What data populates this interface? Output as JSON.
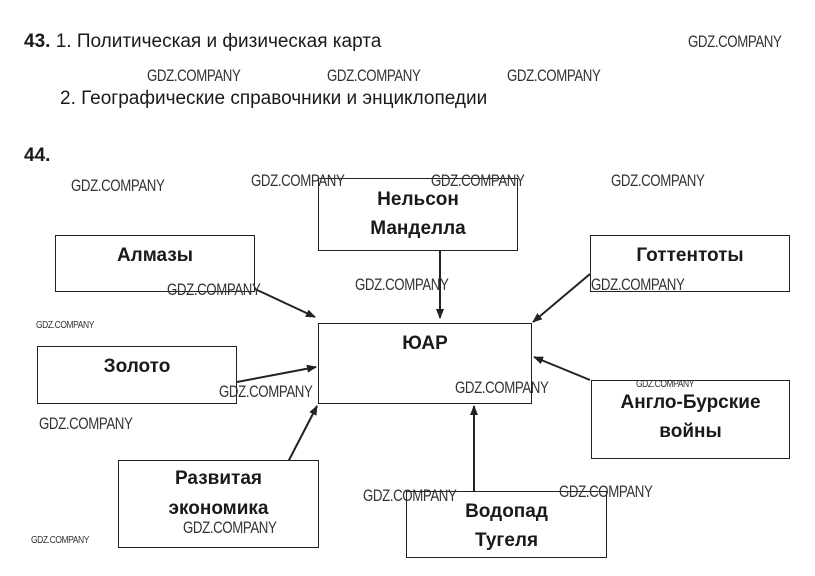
{
  "task43": {
    "number": "43.",
    "item1": "1. Политическая и физическая карта",
    "item2": "2. Географические справочники и энциклопедии"
  },
  "task44": {
    "number": "44.",
    "center": "ЮАР",
    "boxes": {
      "mandela": [
        "Нельсон",
        "Манделла"
      ],
      "diamonds": "Алмазы",
      "hottentots": "Готтентоты",
      "gold": "Золото",
      "boer_wars": [
        "Англо-Бурские",
        "войны"
      ],
      "economy": [
        "Развитая",
        "экономика"
      ],
      "waterfall": [
        "Водопад",
        "Тугеля"
      ]
    }
  },
  "watermark": "GDZ.COMPANY"
}
